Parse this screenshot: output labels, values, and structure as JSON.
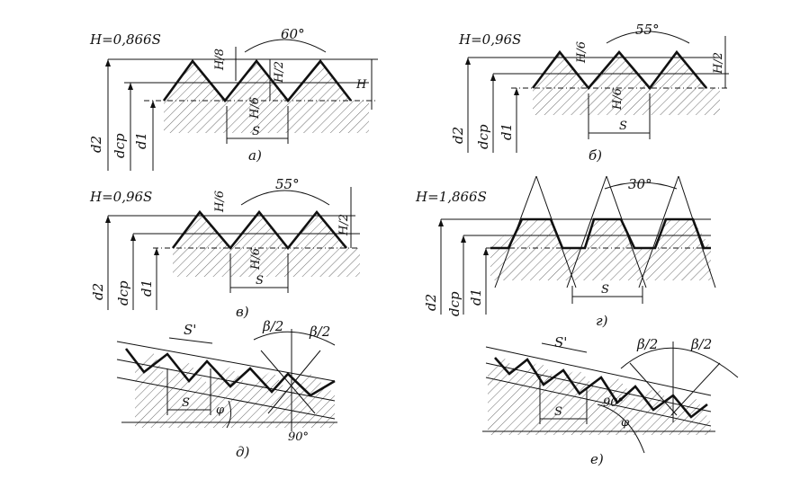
{
  "figures": {
    "a": {
      "formula": "H=0,866S",
      "angle": "60°",
      "labels": {
        "h8": "H/8",
        "h2": "H/2",
        "h6": "H/6",
        "H": "H",
        "S": "S"
      },
      "diameters": [
        "d2",
        "dcp",
        "d1"
      ],
      "caption": "а)"
    },
    "b": {
      "formula": "H=0,96S",
      "angle": "55°",
      "labels": {
        "h6a": "H/6",
        "h6b": "H/6",
        "h2": "H/2",
        "S": "S"
      },
      "diameters": [
        "d2",
        "dcp",
        "d1"
      ],
      "caption": "б)"
    },
    "v": {
      "formula": "H=0,96S",
      "angle": "55°",
      "labels": {
        "h6a": "H/6",
        "h6b": "H/6",
        "h2": "H/2",
        "S": "S"
      },
      "diameters": [
        "d2",
        "dcp",
        "d1"
      ],
      "caption": "в)"
    },
    "g": {
      "formula": "H=1,866S",
      "angle": "30°",
      "labels": {
        "S": "S"
      },
      "diameters": [
        "d2",
        "dcp",
        "d1"
      ],
      "caption": "г)"
    },
    "d": {
      "labels": {
        "Sp": "S'",
        "S": "S",
        "phi": "φ",
        "b2a": "β/2",
        "b2b": "β/2",
        "deg90": "90°"
      },
      "caption": "д)"
    },
    "e": {
      "labels": {
        "Sp": "S'",
        "S": "S",
        "phi": "φ",
        "b2a": "β/2",
        "b2b": "β/2",
        "deg90": "90°"
      },
      "caption": "е)"
    }
  },
  "colors": {
    "ink": "#111111",
    "paper": "#ffffff"
  }
}
